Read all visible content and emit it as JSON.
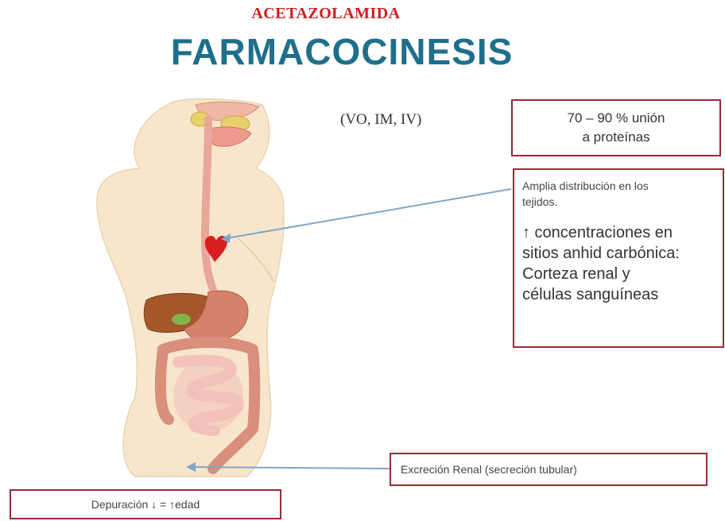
{
  "header": {
    "subtitle": "ACETAZOLAMIDA",
    "title": "FARMACOCINESIS"
  },
  "routes": "(VO, IM, IV)",
  "protein_binding": {
    "line1": "70 – 90 % unión",
    "line2": "a proteínas"
  },
  "distribution": {
    "line1": "Amplia distribución en los",
    "line2": "tejidos.",
    "conc1": "↑ concentraciones en",
    "conc2": "sitios anhid carbónica:",
    "conc3": "Corteza renal y",
    "conc4": "células  sanguíneas"
  },
  "excretion": "Excreción Renal (secreción  tubular)",
  "clearance": "Depuración ↓ = ↑edad",
  "colors": {
    "subtitle": "#d31b1b",
    "title": "#1f6f8c",
    "box_border": "#9b2a35",
    "arrow": "#7fa6c9",
    "skin": "#f7e6cc",
    "heart": "#d81e1e"
  },
  "icons": [
    "human-body-illustration",
    "heart-icon",
    "arrow-to-heart",
    "arrow-to-kidney"
  ]
}
